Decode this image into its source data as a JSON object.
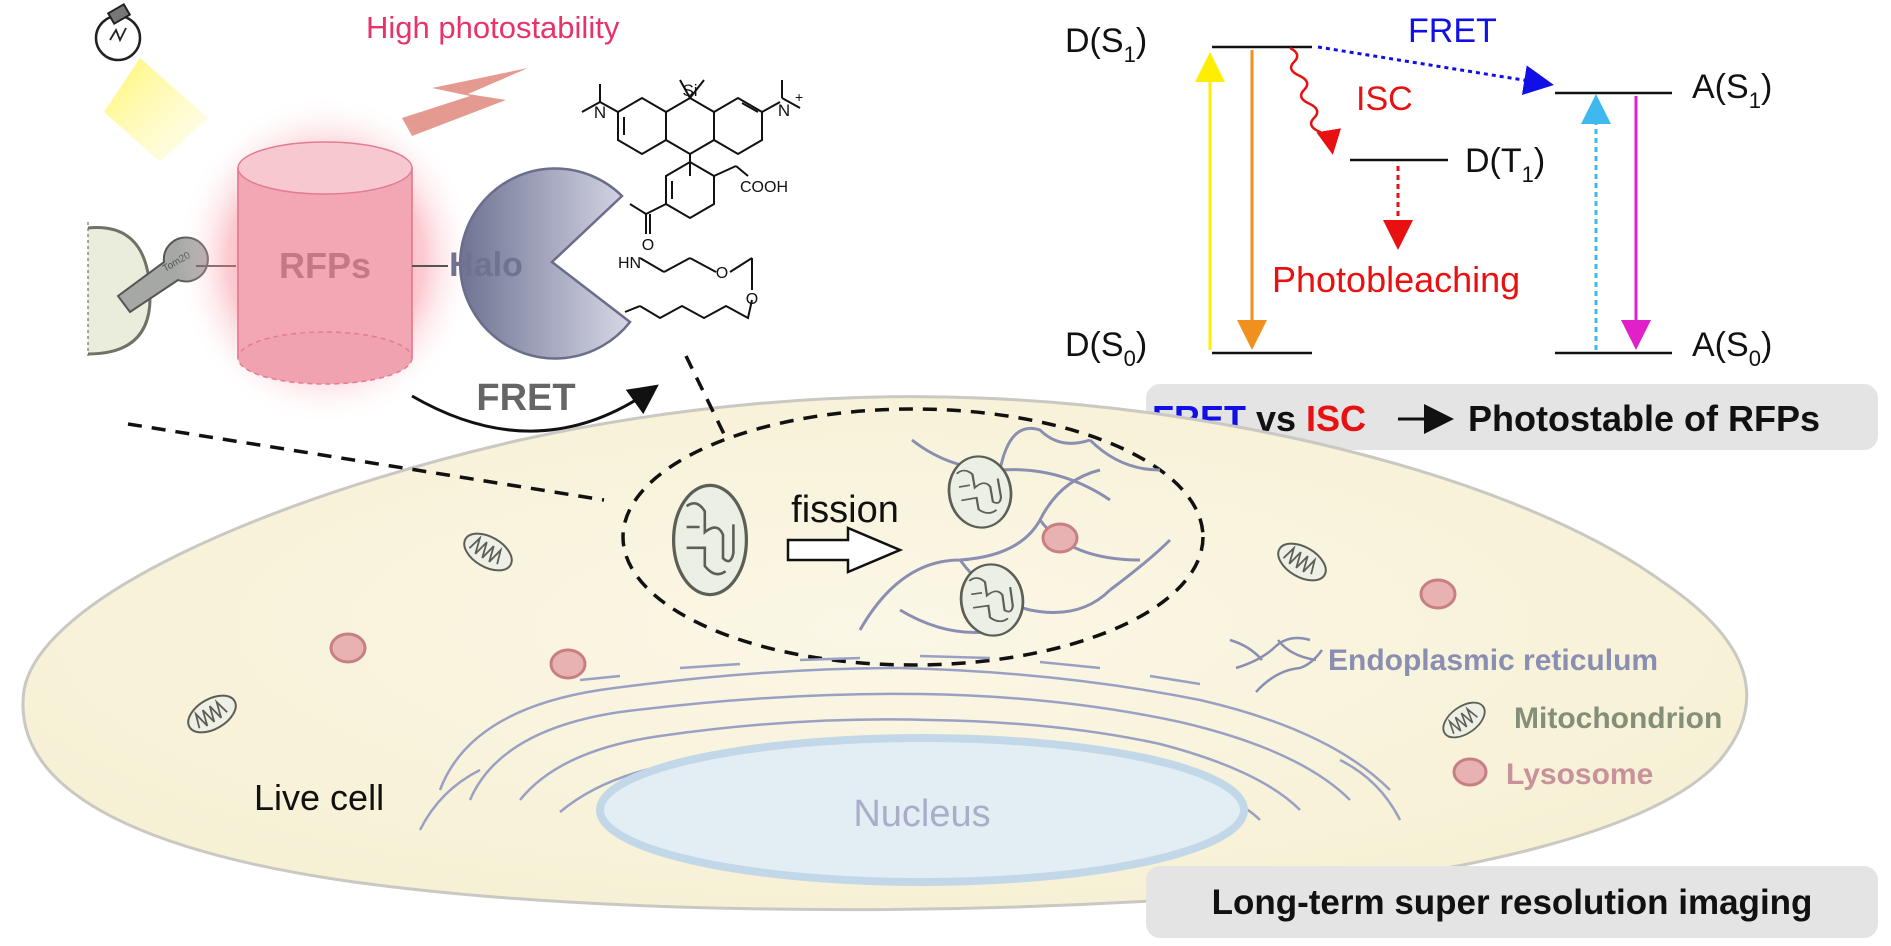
{
  "top_left": {
    "headline": "High photostability",
    "rfp_label": "RFPs",
    "halo_label": "Halo",
    "tom20_label": "Tom20",
    "fret_arrow_label": "FRET"
  },
  "molecule": {
    "si_label": "Si",
    "n_left": "N",
    "n_right": "N",
    "n_charge": "+",
    "cooh_label": "COOH",
    "hn_label": "HN",
    "o_label": "O",
    "o1_label": "O",
    "o2_label": "O"
  },
  "energy_diagram": {
    "d_s1": {
      "main": "D(S",
      "sub": "1",
      "end": ")"
    },
    "d_s0": {
      "main": "D(S",
      "sub": "0",
      "end": ")"
    },
    "d_t1": {
      "main": "D(T",
      "sub": "1",
      "end": ")"
    },
    "a_s1": {
      "main": "A(S",
      "sub": "1",
      "end": ")"
    },
    "a_s0": {
      "main": "A(S",
      "sub": "0",
      "end": ")"
    },
    "fret_label": "FRET",
    "isc_label": "ISC",
    "photobleaching_label": "Photobleaching",
    "colors": {
      "fret": "#1010e6",
      "isc": "#e81010",
      "excitation": "#ffff00",
      "emission_donor": "#f0901e",
      "acceptor_excitation": "#3fb8f0",
      "acceptor_emission": "#e020c8"
    }
  },
  "conclusion": {
    "fret": "FRET",
    "vs": " vs ",
    "isc": "ISC",
    "result": "Photostable of RFPs"
  },
  "cell": {
    "fission_label": "fission",
    "live_cell_label": "Live cell",
    "nucleus_label": "Nucleus",
    "legend": [
      {
        "label": "Endoplasmic reticulum",
        "color": "#8a8fb2",
        "icon": "er-icon"
      },
      {
        "label": "Mitochondrion",
        "color": "#848f7a",
        "icon": "mitochondrion-icon"
      },
      {
        "label": "Lysosome",
        "color": "#c9929a",
        "icon": "lysosome-icon"
      }
    ]
  },
  "footer": {
    "label": "Long-term super resolution imaging"
  }
}
